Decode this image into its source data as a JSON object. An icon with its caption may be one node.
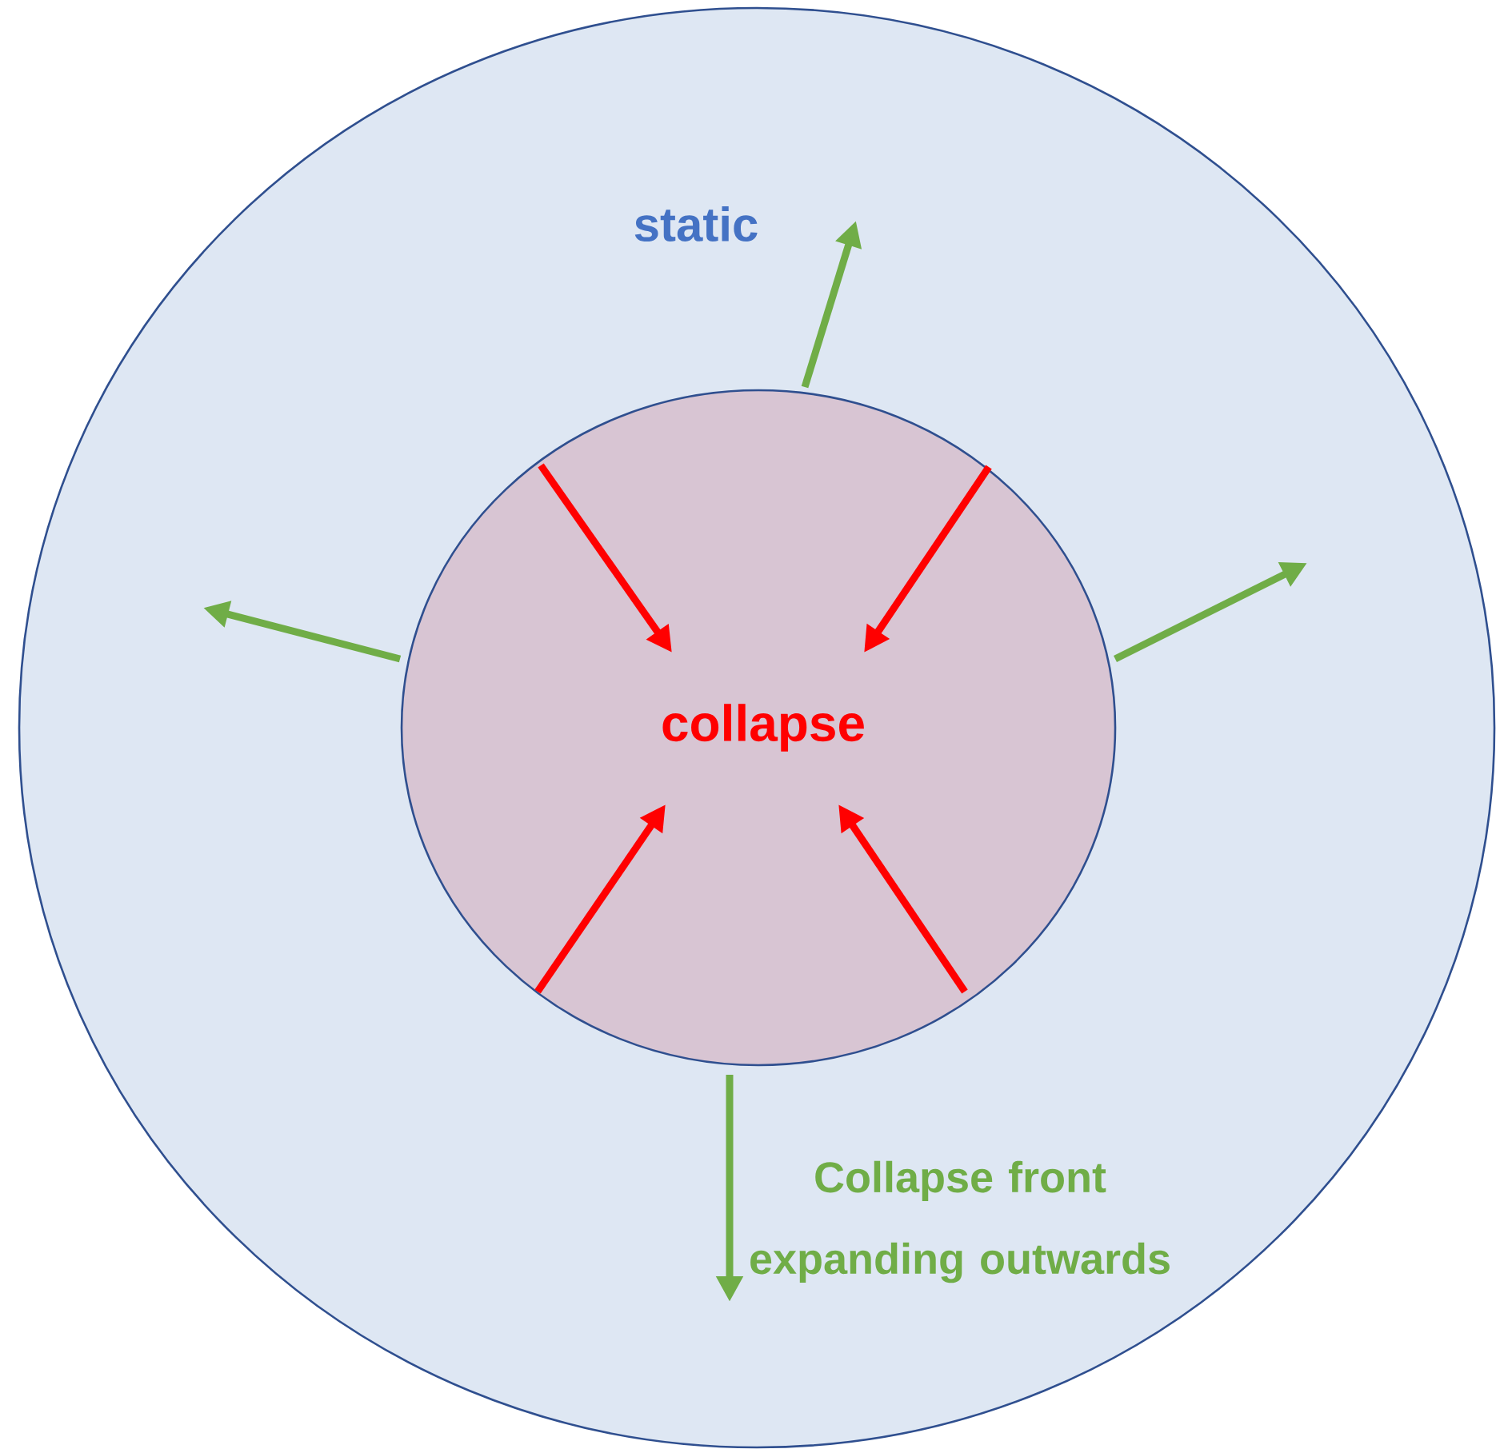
{
  "diagram": {
    "nodes": [
      {
        "text": [
          "static"
        ]
      },
      {
        "text": [
          "collapse"
        ],
        "in": 0
      }
    ],
    "edges": [],
    "labels": [
      "Collapse front expanding outwards"
    ]
  }
}
